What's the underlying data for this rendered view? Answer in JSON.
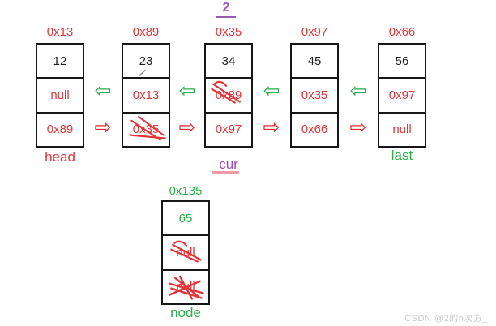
{
  "annotations": {
    "step": "2"
  },
  "icons": {
    "prev_arrow": "⇦",
    "next_arrow": "⇨"
  },
  "nodes": [
    {
      "address": "0x13",
      "value": "12",
      "prev": "null",
      "next": "0x89",
      "label": "head"
    },
    {
      "address": "0x89",
      "value": "23",
      "prev": "0x13",
      "next": "0x35",
      "next_crossed": true
    },
    {
      "address": "0x35",
      "value": "34",
      "prev": "0x89",
      "prev_crossed": true,
      "next": "0x97",
      "label": "cur"
    },
    {
      "address": "0x97",
      "value": "45",
      "prev": "0x35",
      "next": "0x66"
    },
    {
      "address": "0x66",
      "value": "56",
      "prev": "0x97",
      "next": "null",
      "label": "last"
    }
  ],
  "new_node": {
    "address": "0x135",
    "value": "65",
    "prev": "null",
    "prev_crossed": true,
    "next": "null",
    "next_crossed": true,
    "label": "node"
  },
  "watermark": "CSDN @2的n次方_",
  "colors": {
    "pointer_red": "#e23539",
    "link_green": "#2bb04a",
    "arrow_green": "#2ba94c",
    "arrow_red": "#e8262d",
    "step_purple": "#9b59b6",
    "cur_purple": "#a04fae",
    "underline_pink": "#ef9aa8"
  }
}
